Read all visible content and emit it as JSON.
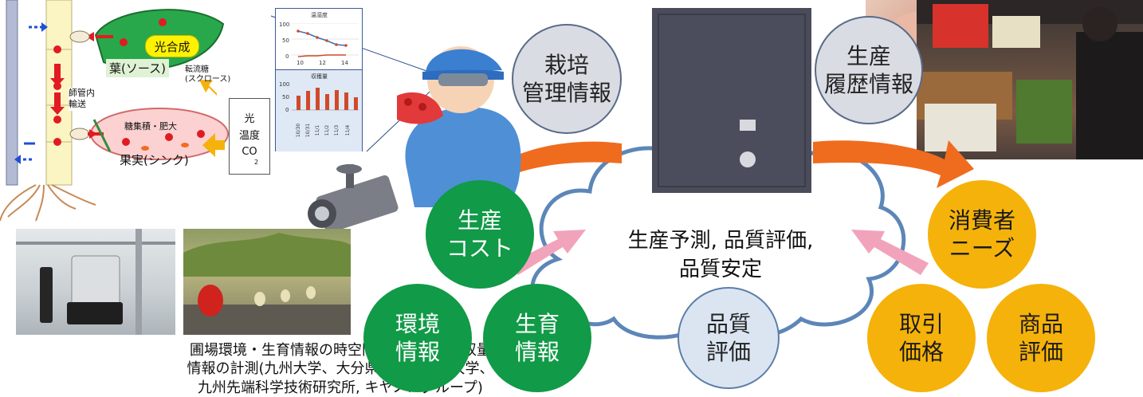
{
  "diagram": {
    "cloud_text_line1": "生産予測, 品質評価,",
    "cloud_text_line2": "品質安定",
    "circles": {
      "cultivation": "栽培\n管理情報",
      "history": "生産\n履歴情報",
      "production_cost": "生産\nコスト",
      "environment": "環境\n情報",
      "growth": "生育\n情報",
      "quality": "品質\n評価",
      "consumer": "消費者\nニーズ",
      "trade_price": "取引\n価格",
      "product_eval": "商品\n評価"
    },
    "plant": {
      "photosynthesis": "光合成",
      "leaf": "葉(ソース)",
      "transfer_sugar": "転流糖\n(スクロース)",
      "phloem": "師管内\n輸送",
      "sugar_accum": "糖集積・肥大",
      "fruit": "果実(シンク)",
      "env_box": "光\n温度\nCO",
      "co2_sub": "2"
    },
    "mini_chart": {
      "top_title": "温湿度",
      "bottom_title": "収穫量",
      "top_yticks": [
        "100",
        "50",
        "0"
      ],
      "top_xticks": [
        "10",
        "12",
        "14"
      ],
      "bottom_yticks": [
        "100",
        "50",
        "0"
      ],
      "bottom_xticks": [
        "10/30",
        "10/31",
        "11/1",
        "11/2",
        "11/3",
        "11/4"
      ]
    },
    "caption": [
      "圃場環境・生育情報の時空間計測、排液・収量",
      "情報の計測(九州大学、大分県、長崎県立大学、",
      "九州先端科学技術研究所, キヤノングループ)"
    ],
    "colors": {
      "green": "#119a47",
      "orange_circle": "#f5b20a",
      "arrow_orange": "#ef6c1f",
      "arrow_pink": "#f1a3bc",
      "cloud_edge": "#5d86b8"
    }
  }
}
